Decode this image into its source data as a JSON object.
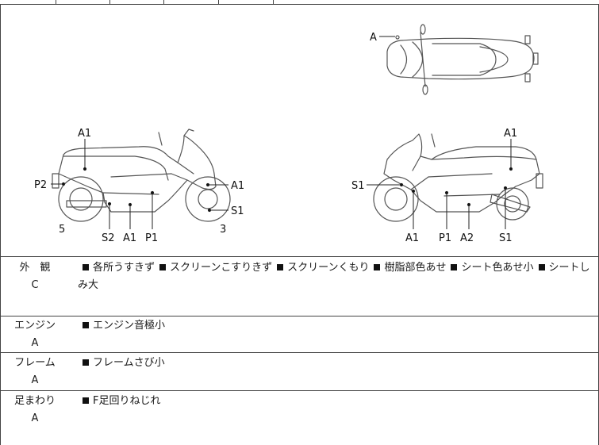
{
  "diagram": {
    "top_view": {
      "markers": [
        "A"
      ]
    },
    "left_view": {
      "markers": [
        "A1",
        "P2",
        "A1",
        "S1",
        "5",
        "S2",
        "A1",
        "P1",
        "3"
      ]
    },
    "right_view": {
      "markers": [
        "A1",
        "S1",
        "A1",
        "P1",
        "A2",
        "S1"
      ]
    }
  },
  "rows": [
    {
      "name": "外　観",
      "grade": "C",
      "items": [
        "各所うすきず",
        "スクリーンこすりきず",
        "スクリーンくもり",
        "樹脂部色あせ",
        "シート色あせ小",
        "シートしみ大"
      ]
    },
    {
      "name": "エンジン",
      "grade": "A",
      "items": [
        "エンジン音極小"
      ]
    },
    {
      "name": "フレーム",
      "grade": "A",
      "items": [
        "フレームさび小"
      ]
    },
    {
      "name": "足まわり",
      "grade": "A",
      "items": [
        "F足回りねじれ"
      ]
    }
  ]
}
